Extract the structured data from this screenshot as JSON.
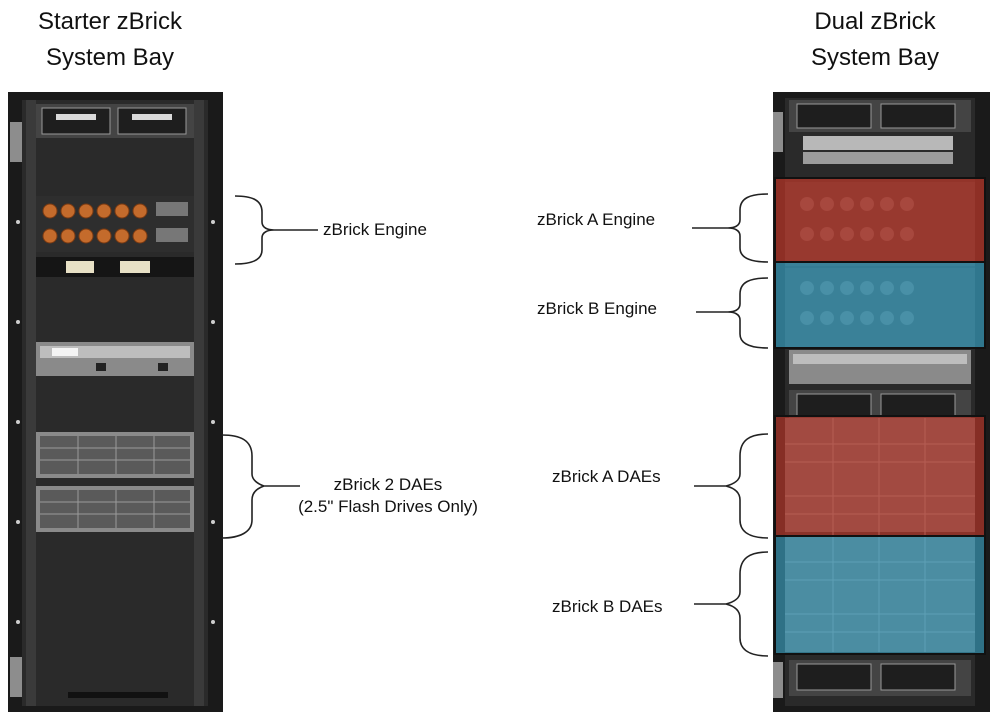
{
  "left_bay": {
    "title": "Starter zBrick\nSystem Bay",
    "labels": {
      "engine": "zBrick Engine",
      "daes_line1": "zBrick 2 DAEs",
      "daes_line2": "(2.5\" Flash Drives Only)"
    }
  },
  "right_bay": {
    "title": "Dual zBrick\nSystem Bay",
    "labels": {
      "a_engine": "zBrick A Engine",
      "b_engine": "zBrick B Engine",
      "a_daes": "zBrick A DAEs",
      "b_daes": "zBrick B DAEs"
    }
  },
  "colors": {
    "rack_frame": "#1d1d1d",
    "rack_dark": "#2b2b2b",
    "highlight_red": "#c0392b",
    "highlight_blue": "#3aa0c0"
  }
}
